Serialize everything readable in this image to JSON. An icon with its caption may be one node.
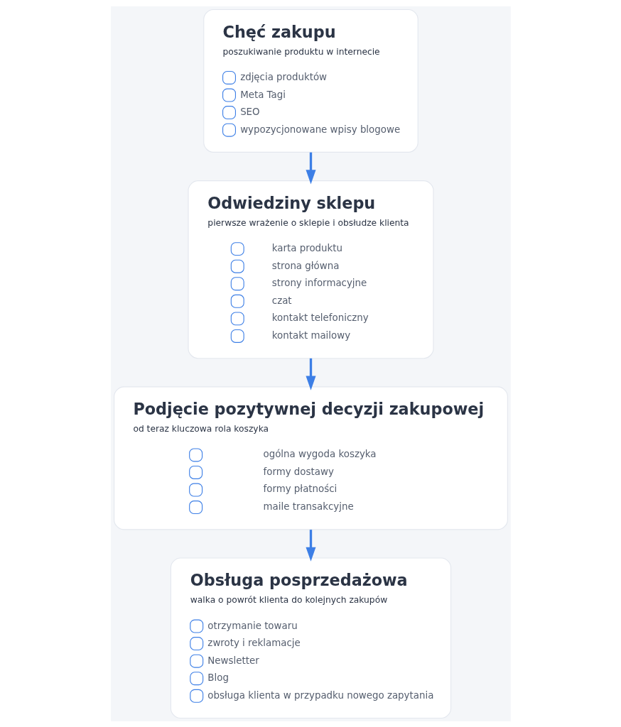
{
  "diagram": {
    "nodes": [
      {
        "text": [
          "Chęć zakupu",
          "poszukiwanie produktu w internecie",
          "zdjęcia produktów",
          "Meta Tagi",
          "SEO",
          "wypozycjonowane wpisy blogowe"
        ]
      },
      {
        "text": [
          "Odwiedziny sklepu",
          "pierwsze wrażenie o sklepie i obsłudze klienta",
          "karta produktu",
          "strona główna",
          "strony informacyjne",
          "czat",
          "kontakt telefoniczny",
          "kontakt mailowy"
        ]
      },
      {
        "text": [
          "Podjęcie pozytywnej decyzji zakupowej",
          "od teraz kluczowa rola koszyka",
          "ogólna wygoda koszyka",
          "formy dostawy",
          "formy płatności",
          "maile transakcyjne"
        ]
      },
      {
        "text": [
          "Obsługa posprzedażowa",
          "walka o powrót klienta do kolejnych zakupów",
          "otrzymanie towaru",
          "zwroty i reklamacje",
          "Newsletter",
          "Blog",
          "obsługa klienta w przypadku nowego zapytania"
        ]
      }
    ],
    "edges": [
      {
        "from": 0,
        "to": 1,
        "arrow": "to"
      },
      {
        "from": 1,
        "to": 2,
        "arrow": "to"
      },
      {
        "from": 2,
        "to": 3,
        "arrow": "to"
      }
    ]
  }
}
